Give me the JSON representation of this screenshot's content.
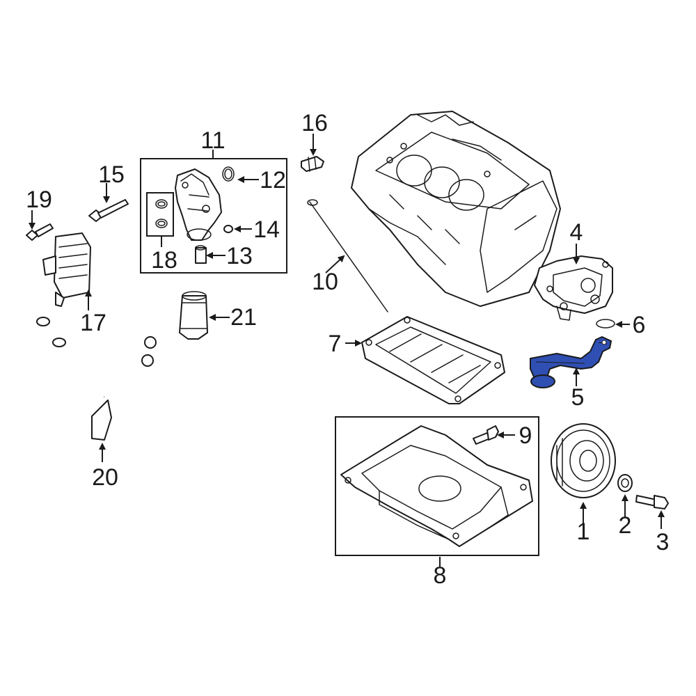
{
  "callouts": {
    "c1": "1",
    "c2": "2",
    "c3": "3",
    "c4": "4",
    "c5": "5",
    "c6": "6",
    "c7": "7",
    "c8": "8",
    "c9": "9",
    "c10": "10",
    "c11": "11",
    "c12": "12",
    "c13": "13",
    "c14": "14",
    "c15": "15",
    "c16": "16",
    "c17": "17",
    "c18": "18",
    "c19": "19",
    "c20": "20",
    "c21": "21"
  },
  "highlighted_part": "5",
  "colors": {
    "highlight": "#2f4fb3",
    "line": "#1a1a1a",
    "background": "#ffffff"
  }
}
